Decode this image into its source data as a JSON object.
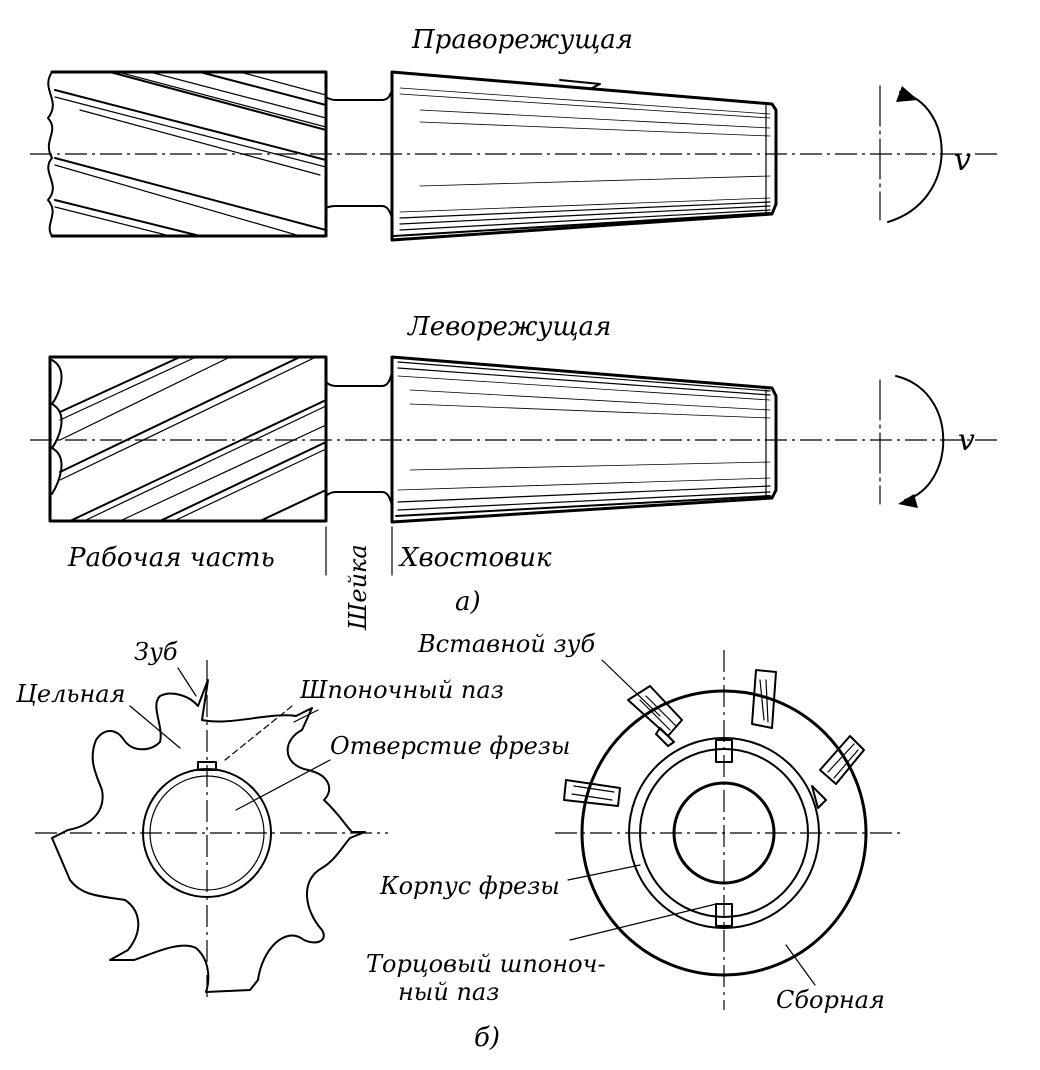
{
  "labels": {
    "right_cutting": "Праворежущая",
    "left_cutting": "Леворежущая",
    "velocity_top": "v",
    "velocity_bottom": "v",
    "working_part": "Рабочая часть",
    "neck": "Шейка",
    "shank": "Хвостовик",
    "sub_a": "а)",
    "tooth": "Зуб",
    "solid": "Цельная",
    "key_slot": "Шпоночный паз",
    "cutter_hole": "Отверстие фрезы",
    "inserted_tooth": "Вставной зуб",
    "cutter_body": "Корпус фрезы",
    "end_key_slot_1": "Торцовый шпоноч-",
    "end_key_slot_2": "ный паз",
    "assembled": "Сборная",
    "sub_b": "б)"
  },
  "icons": {
    "rotation_top": "rotation-arrow-icon",
    "rotation_bottom": "rotation-arrow-icon"
  }
}
